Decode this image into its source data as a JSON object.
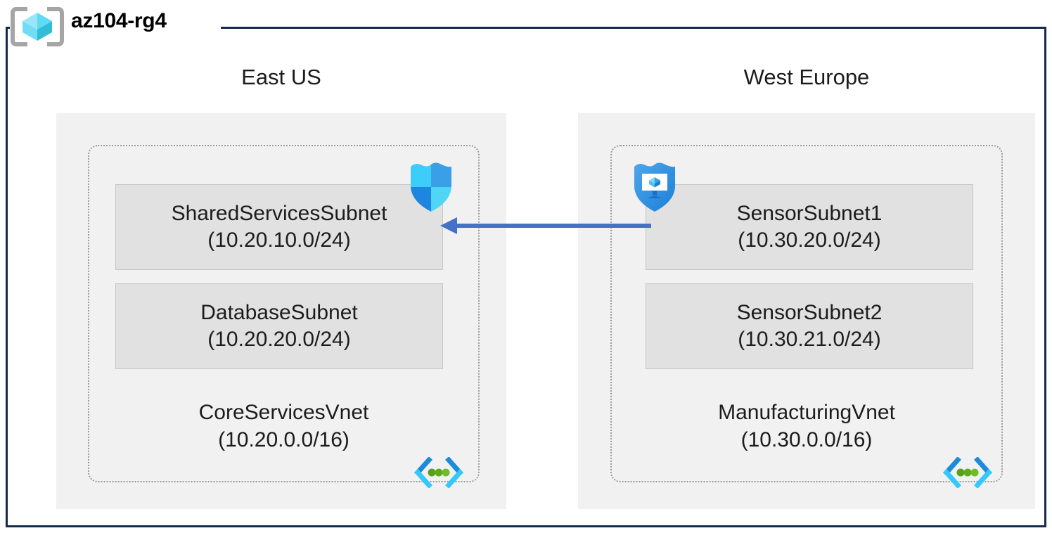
{
  "resource_group": {
    "name": "az104-rg4",
    "icon": "resource-group-cube-icon"
  },
  "colors": {
    "frame_border": "#17294a",
    "region_fill": "#f1f1f1",
    "subnet_fill": "#e1e1e1",
    "subnet_border": "#c6c6c6",
    "vnet_border": "#9b9b9b",
    "arrow": "#4472c4",
    "nsg_shield_light": "#32c8fa",
    "nsg_shield_dark": "#1f86e0",
    "asg_shield": "#2e8fe0",
    "vnet_glyph_dark_blue": "#1b8bdc",
    "vnet_glyph_cyan": "#32c8fa",
    "vnet_glyph_green": "#59a51c",
    "rg_cube_light": "#86e1fa",
    "rg_cube_mid": "#4fd2f5",
    "rg_cube_dark": "#36bcd4",
    "rg_bracket": "#a5a5a5"
  },
  "regions": [
    {
      "id": "east-us",
      "label": "East US",
      "vnet": {
        "name": "CoreServicesVnet",
        "cidr": "(10.20.0.0/16)",
        "icon": "virtual-network-icon",
        "subnets": [
          {
            "name": "SharedServicesSubnet",
            "cidr": "(10.20.10.0/24)",
            "attached_icon": "network-security-group-shield-icon"
          },
          {
            "name": "DatabaseSubnet",
            "cidr": "(10.20.20.0/24)",
            "attached_icon": null
          }
        ]
      }
    },
    {
      "id": "west-europe",
      "label": "West Europe",
      "vnet": {
        "name": "ManufacturingVnet",
        "cidr": "(10.30.0.0/16)",
        "icon": "virtual-network-icon",
        "subnets": [
          {
            "name": "SensorSubnet1",
            "cidr": "(10.30.20.0/24)",
            "attached_icon": "application-security-group-shield-icon"
          },
          {
            "name": "SensorSubnet2",
            "cidr": "(10.30.21.0/24)",
            "attached_icon": null
          }
        ]
      }
    }
  ],
  "connection": {
    "name": "vnet-peering-arrow",
    "direction": "right-to-left",
    "from": "SensorSubnet1",
    "to": "SharedServicesSubnet",
    "label": ""
  }
}
